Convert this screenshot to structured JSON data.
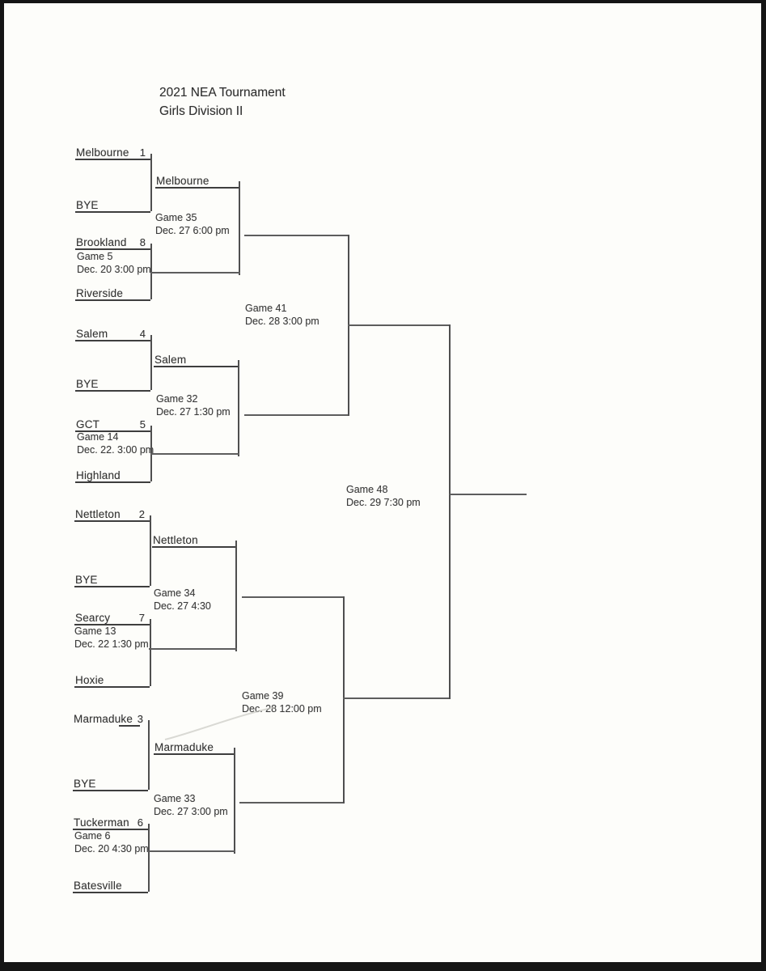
{
  "title": {
    "line1": "2021 NEA Tournament",
    "line2": "Girls Division II"
  },
  "colors": {
    "ink": "#3a3a3a",
    "line": "#555555",
    "paper": "#fdfdfa"
  },
  "round1": [
    {
      "team": "Melbourne",
      "seed": "1"
    },
    {
      "team": "BYE"
    },
    {
      "team": "Brookland",
      "seed": "8",
      "feeder_game": "Game 5",
      "feeder_time": "Dec. 20 3:00 pm"
    },
    {
      "team": "Riverside"
    },
    {
      "team": "Salem",
      "seed": "4"
    },
    {
      "team": "BYE"
    },
    {
      "team": "GCT",
      "seed": "5",
      "feeder_game": "Game 14",
      "feeder_time": "Dec. 22. 3:00 pm"
    },
    {
      "team": "Highland"
    },
    {
      "team": "Nettleton",
      "seed": "2"
    },
    {
      "team": "BYE"
    },
    {
      "team": "Searcy",
      "seed": "7",
      "feeder_game": "Game 13",
      "feeder_time": "Dec. 22 1:30 pm"
    },
    {
      "team": "Hoxie"
    },
    {
      "team": "Marmaduke",
      "seed": "3"
    },
    {
      "team": "BYE"
    },
    {
      "team": "Tuckerman",
      "seed": "6",
      "feeder_game": "Game 6",
      "feeder_time": "Dec. 20 4:30 pm"
    },
    {
      "team": "Batesville"
    }
  ],
  "round2": [
    {
      "team": "Melbourne",
      "game": "Game 35",
      "time": "Dec. 27 6:00 pm"
    },
    {
      "team": "Salem",
      "game": "Game 32",
      "time": "Dec. 27 1:30 pm"
    },
    {
      "team": "Nettleton",
      "game": "Game 34",
      "time": "Dec. 27 4:30"
    },
    {
      "team": "Marmaduke",
      "game": "Game 33",
      "time": "Dec. 27 3:00 pm"
    }
  ],
  "semifinals": [
    {
      "game": "Game 41",
      "time": "Dec. 28 3:00 pm"
    },
    {
      "game": "Game 39",
      "time": "Dec. 28 12:00 pm"
    }
  ],
  "championship": {
    "game": "Game 48",
    "time": "Dec. 29 7:30 pm"
  }
}
